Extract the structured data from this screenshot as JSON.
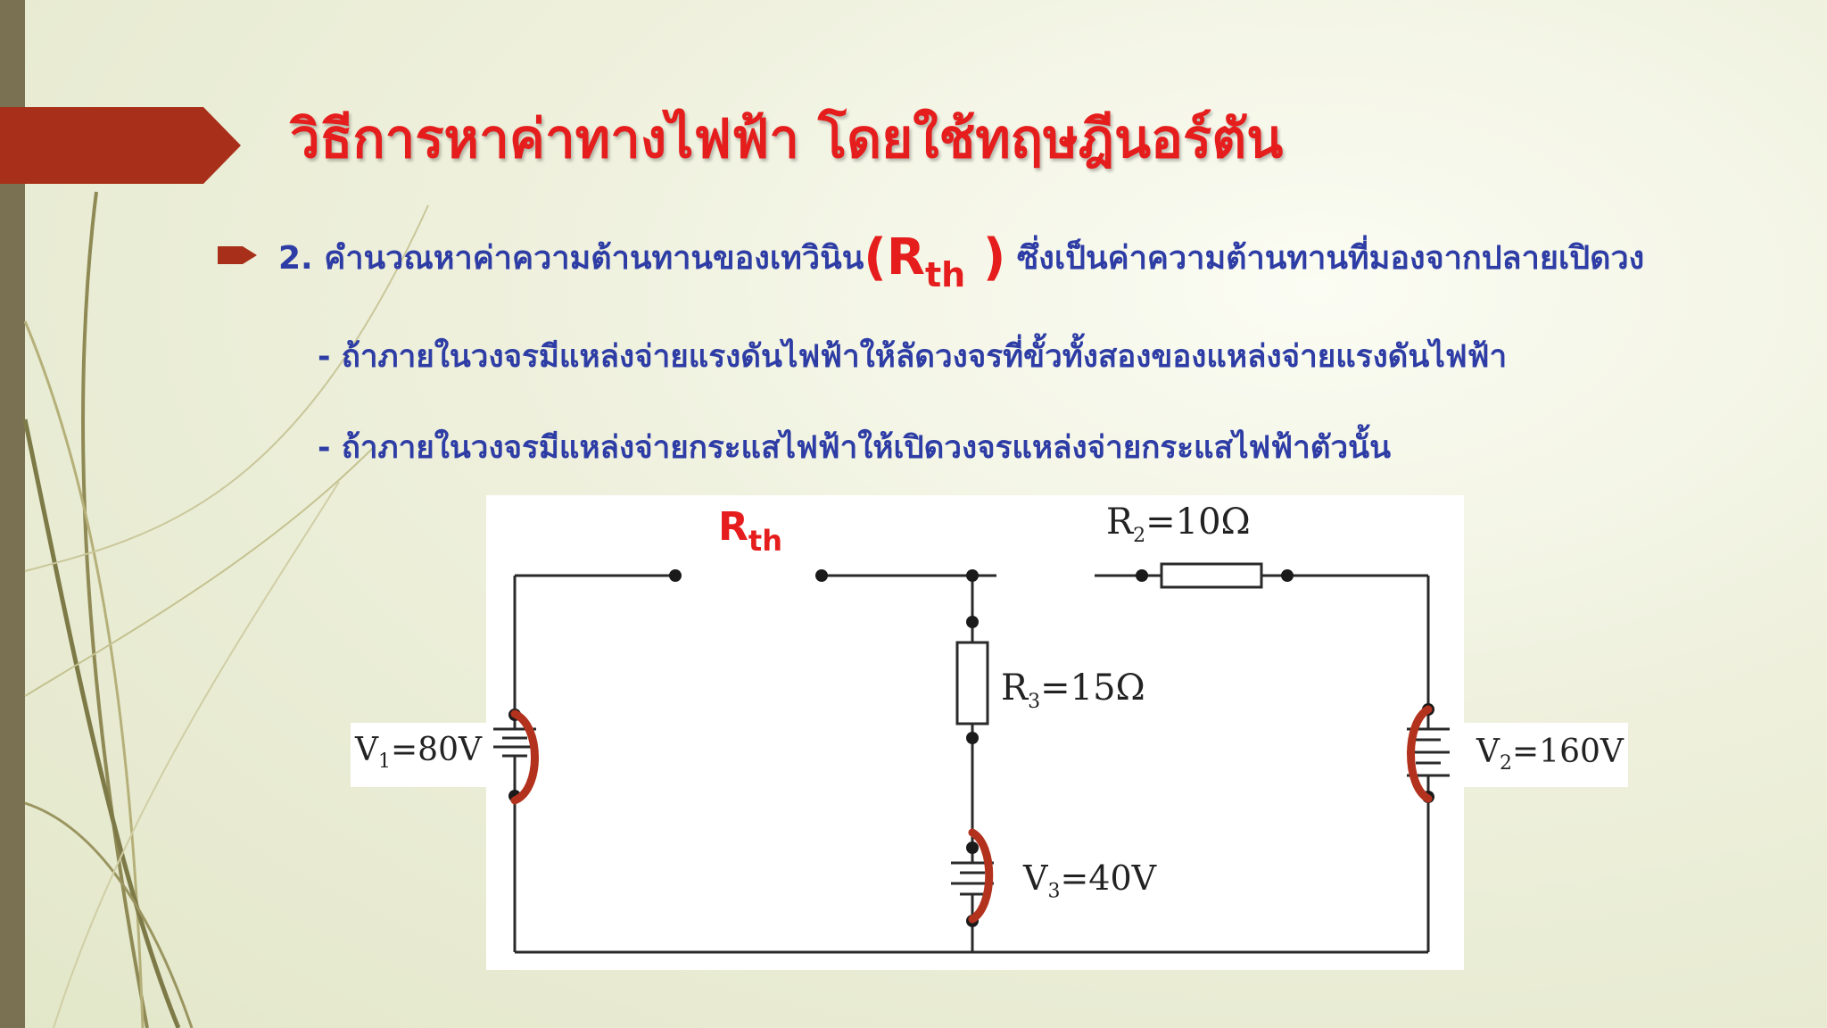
{
  "title": "วิธีการหาค่าทางไฟฟ้า โดยใช้ทฤษฎีนอร์ตัน",
  "bullet_icon": "arrow-bullet-icon",
  "step": {
    "prefix": "2. คำนวณหาค่าความต้านทานของเทวินิน",
    "paren_open": "(",
    "rth_main": "R",
    "rth_sub": "th",
    "paren_close": " )",
    "suffix": " ซึ่งเป็นค่าความต้านทานที่มองจากปลายเปิดวง"
  },
  "sub_points": [
    "- ถ้าภายในวงจรมีแหล่งจ่ายแรงดันไฟฟ้าให้ลัดวงจรที่ขั้วทั้งสองของแหล่งจ่ายแรงดันไฟฟ้า",
    "- ถ้าภายในวงจรมีแหล่งจ่ายกระแสไฟฟ้าให้เปิดวงจรแหล่งจ่ายกระแสไฟฟ้าตัวนั้น"
  ],
  "circuit": {
    "rth_label": {
      "main": "R",
      "sub": "th"
    },
    "r2": {
      "main": "R",
      "sub": "2",
      "rest": "=10Ω"
    },
    "r3": {
      "main": "R",
      "sub": "3",
      "rest": "=15Ω"
    },
    "v1": {
      "main": "V",
      "sub": "1",
      "rest": "=80V"
    },
    "v2": {
      "main": "V",
      "sub": "2",
      "rest": "=160V"
    },
    "v3": {
      "main": "V",
      "sub": "3",
      "rest": "=40V"
    }
  },
  "colors": {
    "title": "#e51d1d",
    "body_text": "#2e3da5",
    "accent_arrow": "#a8301a",
    "short_marker": "#b3321e",
    "left_bar": "#7a7052"
  }
}
